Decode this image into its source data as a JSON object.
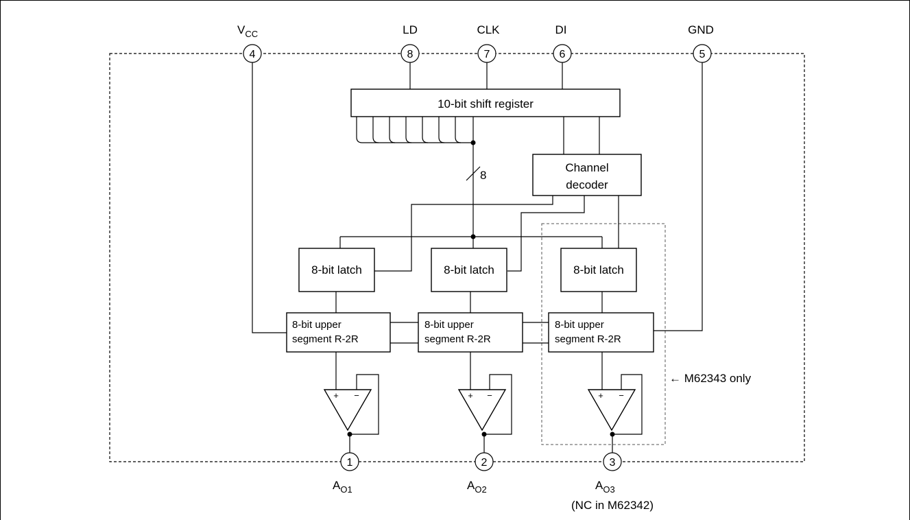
{
  "pins": {
    "vcc": {
      "number": "4",
      "name_main": "V",
      "name_sub": "CC"
    },
    "ld": {
      "number": "8",
      "name": "LD"
    },
    "clk": {
      "number": "7",
      "name": "CLK"
    },
    "di": {
      "number": "6",
      "name": "DI"
    },
    "gnd": {
      "number": "5",
      "name": "GND"
    },
    "ao1": {
      "number": "1",
      "name_main": "A",
      "name_sub": "O1"
    },
    "ao2": {
      "number": "2",
      "name_main": "A",
      "name_sub": "O2"
    },
    "ao3": {
      "number": "3",
      "name_main": "A",
      "name_sub": "O3",
      "note": "(NC in M62342)"
    }
  },
  "blocks": {
    "shift_register": "10-bit shift register",
    "channel_decoder_line1": "Channel",
    "channel_decoder_line2": "decoder",
    "latch": "8-bit latch",
    "r2r_line1": "8-bit upper",
    "r2r_line2": "segment R-2R"
  },
  "bus_width": "8",
  "opamp_plus": "+",
  "opamp_minus": "−",
  "optional_note": "← M62343 only"
}
